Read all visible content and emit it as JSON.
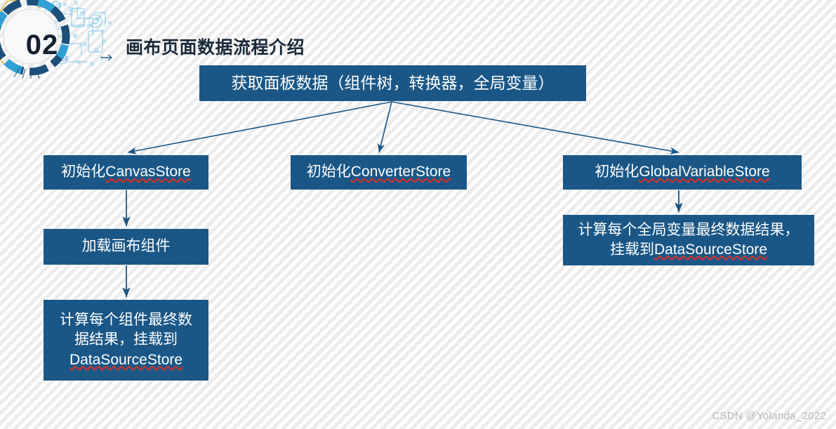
{
  "header": {
    "badge_number": "02",
    "title": "画布页面数据流程介绍"
  },
  "diagram": {
    "type": "flowchart",
    "nodes": {
      "root": {
        "text": "获取面板数据（组件树，转换器，全局变量）"
      },
      "canvas_store": {
        "prefix": "初始化",
        "code": "CanvasStore"
      },
      "converter_store": {
        "prefix": "初始化",
        "code": "ConverterStore"
      },
      "global_variable_store": {
        "prefix": "初始化",
        "code": "GlobalVariableStore"
      },
      "load_canvas_component": {
        "text": "加载画布组件"
      },
      "calc_component_result": {
        "line1": "计算每个组件最终数",
        "line2": "据结果，挂载到",
        "code": "DataSourceStore"
      },
      "calc_global_var_result": {
        "line1": "计算每个全局变量最终数据结果，",
        "line2_prefix": "挂载到",
        "code": "DataSourceStore"
      }
    },
    "edges": [
      {
        "from": "root",
        "to": "canvas_store"
      },
      {
        "from": "root",
        "to": "converter_store"
      },
      {
        "from": "root",
        "to": "global_variable_store"
      },
      {
        "from": "canvas_store",
        "to": "load_canvas_component"
      },
      {
        "from": "load_canvas_component",
        "to": "calc_component_result"
      },
      {
        "from": "global_variable_store",
        "to": "calc_global_var_result"
      }
    ]
  },
  "colors": {
    "box_fill": "#1a5786",
    "connector": "#1a5786",
    "title_text": "#1b2a3a",
    "spellcheck_underline": "#d93025",
    "watermark_text": "#b9b9b9"
  },
  "watermark": {
    "text": "CSDN @Yolanda_2022"
  }
}
